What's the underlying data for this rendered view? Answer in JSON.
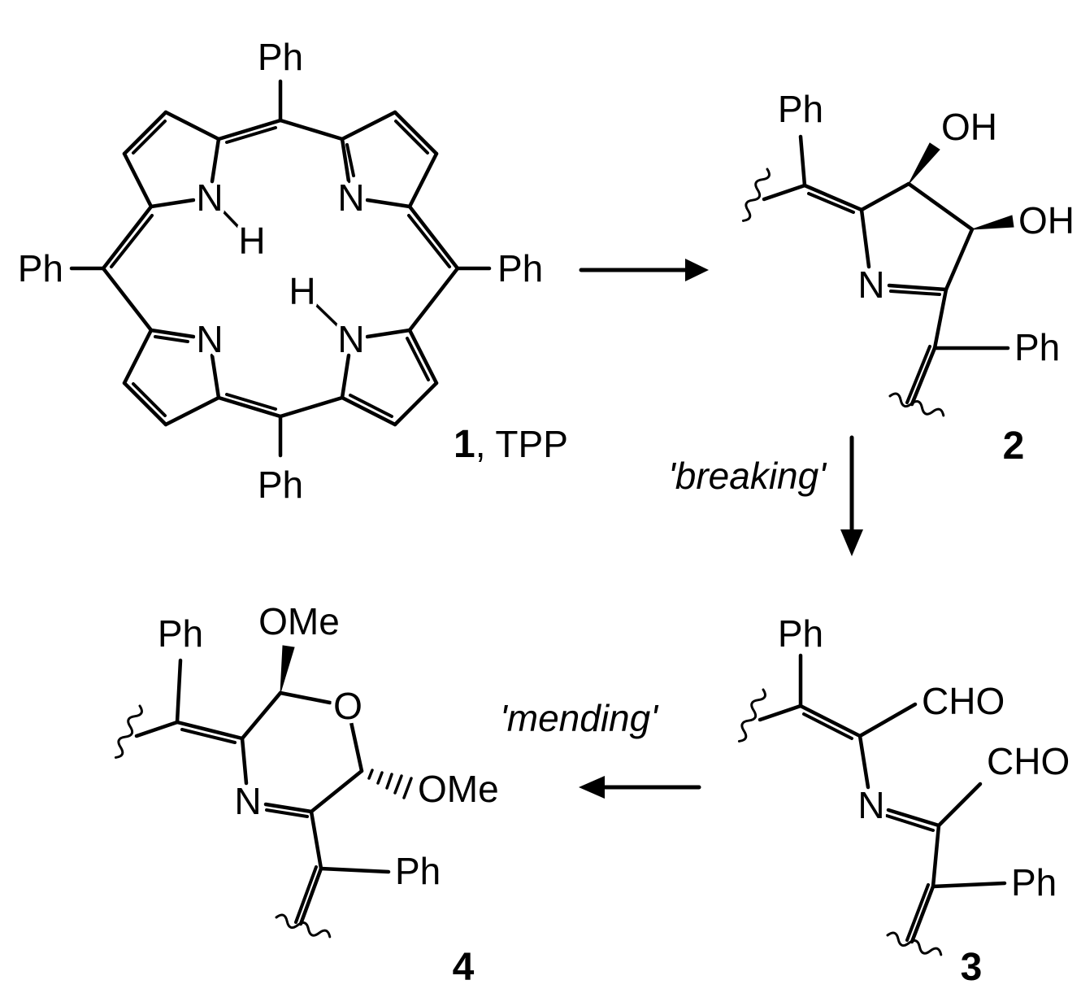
{
  "atoms": {
    "ph": "Ph",
    "n": "N",
    "h": "H",
    "oh": "OH",
    "o": "O",
    "ome": "OMe",
    "cho": "CHO"
  },
  "compounds": {
    "c1": {
      "number": "1",
      "suffix": ", TPP"
    },
    "c2": {
      "number": "2"
    },
    "c3": {
      "number": "3"
    },
    "c4": {
      "number": "4"
    }
  },
  "arrows": {
    "breaking": "'breaking'",
    "mending": "'mending'"
  }
}
